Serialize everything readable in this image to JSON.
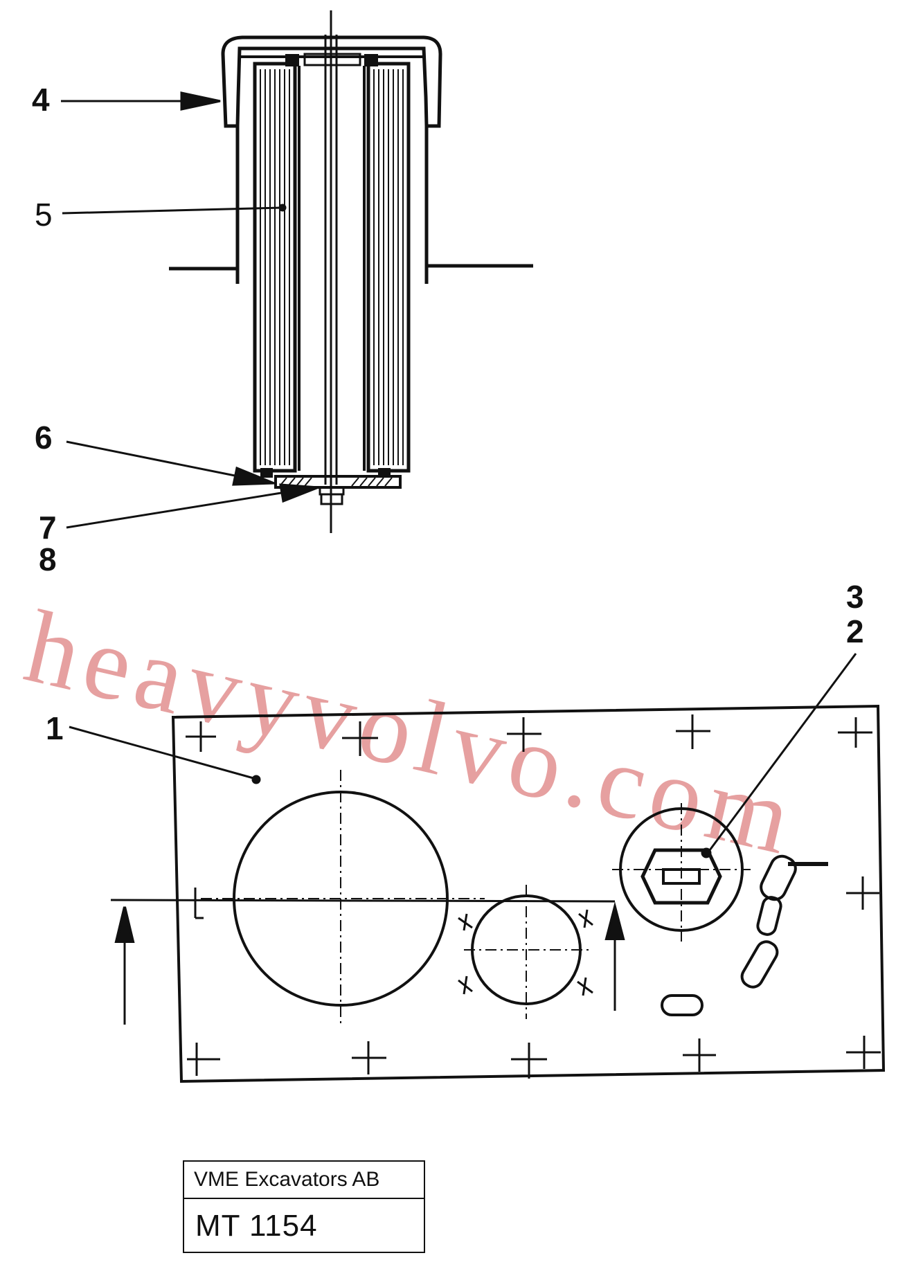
{
  "watermark": "heavyvolvo.com",
  "callouts": {
    "c1": "1",
    "c2": "2",
    "c3": "3",
    "c4": "4",
    "c5": "5",
    "c6": "6",
    "c7": "7",
    "c8": "8"
  },
  "title_block": {
    "company": "VME Excavators AB",
    "drawing_number": "MT 1154"
  },
  "colors": {
    "line": "#111111",
    "watermark": "#e6a0a0"
  }
}
